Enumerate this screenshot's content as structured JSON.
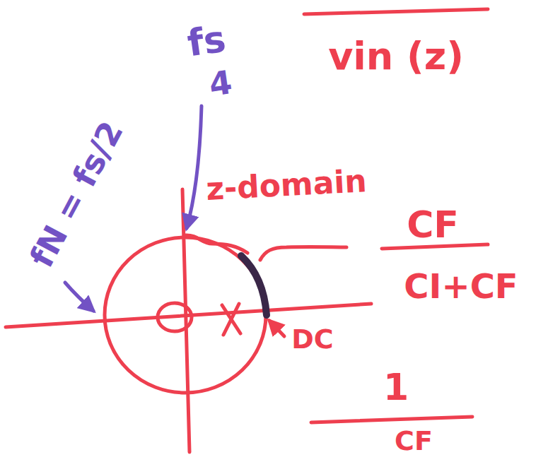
{
  "diagram": {
    "labels": [
      "vin (z)",
      "fs",
      "4",
      "fN = fs/2",
      "z-domain",
      "CF",
      "CI+CF",
      "DC",
      "1",
      "CF"
    ]
  }
}
